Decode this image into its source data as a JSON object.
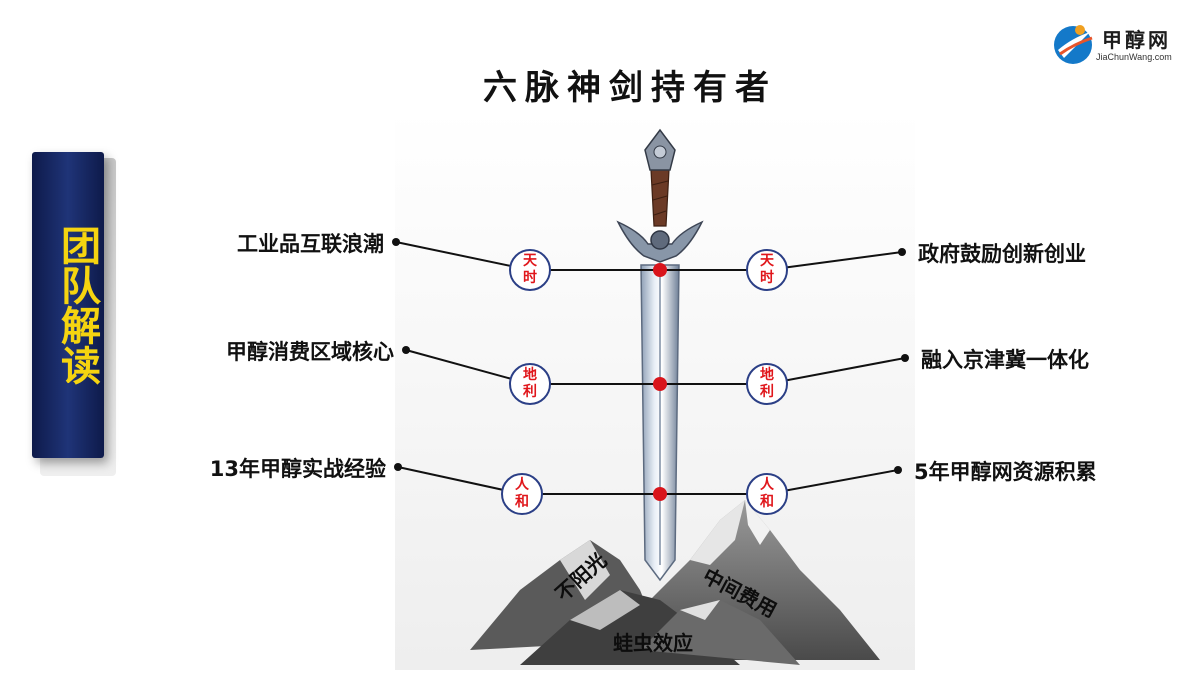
{
  "logo": {
    "name": "甲醇网",
    "url": "JiaChunWang.com"
  },
  "title": "六脉神剑持有者",
  "side_title": "团队解读",
  "left_items": [
    {
      "label": "工业品互联浪潮",
      "badge": "天时"
    },
    {
      "label": "甲醇消费区域核心",
      "badge": "地利"
    },
    {
      "label": "13年甲醇实战经验",
      "badge": "人和"
    }
  ],
  "right_items": [
    {
      "label": "政府鼓励创新创业",
      "badge": "天时"
    },
    {
      "label": "融入京津冀一体化",
      "badge": "地利"
    },
    {
      "label": "5年甲醇网资源积累",
      "badge": "人和"
    }
  ],
  "mountain_labels": {
    "left": "不阳光",
    "center": "蛙虫效应",
    "right": "中间费用"
  },
  "colors": {
    "side_box": "#1f3478",
    "side_text": "#f5d410",
    "badge_text": "#e0161b",
    "badge_border": "#2b3f86",
    "dot": "#d9141b"
  }
}
